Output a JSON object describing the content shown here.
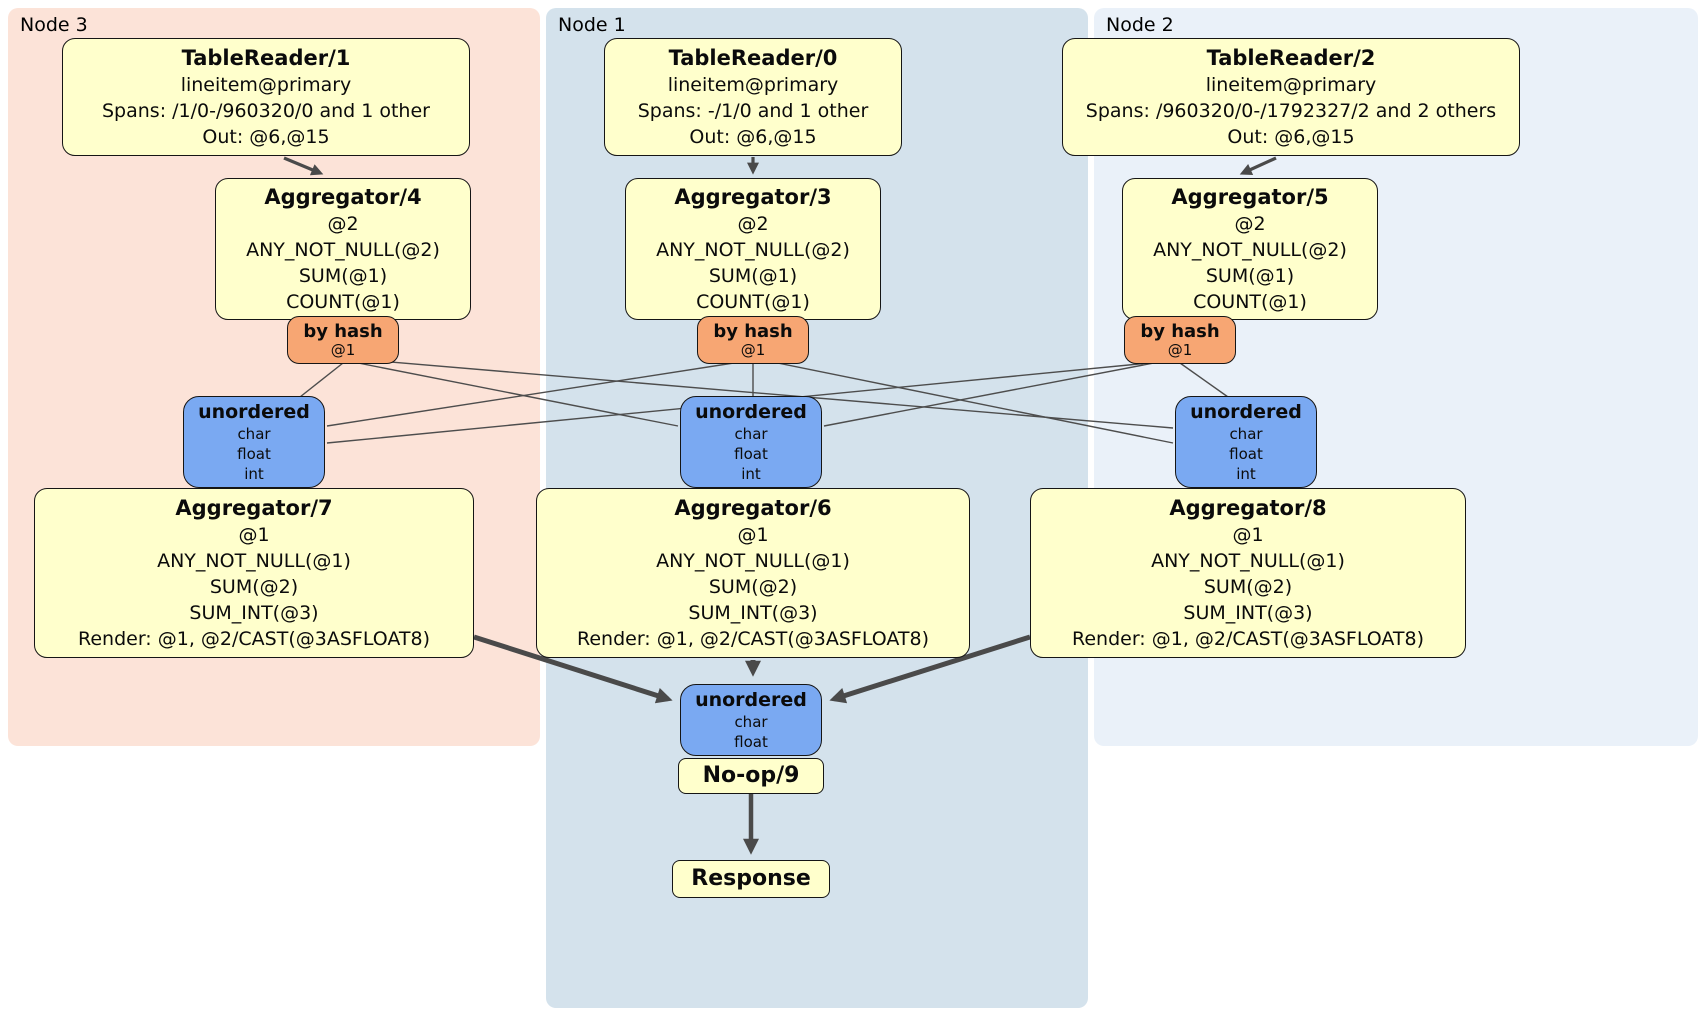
{
  "colors": {
    "node3_bg": "#fce3d8",
    "node1_bg": "#d4e2ec",
    "node2_bg": "#eaf1f9",
    "operator_bg": "#ffffcc",
    "hash_router_bg": "#f7a673",
    "merge_bg": "#7aa9f2",
    "edge": "#4a4a4a"
  },
  "node_groups": [
    {
      "label": "Node 3"
    },
    {
      "label": "Node 1"
    },
    {
      "label": "Node 2"
    }
  ],
  "table_readers": [
    {
      "title": "TableReader/1",
      "rows": [
        "lineitem@primary",
        "Spans: /1/0-/960320/0 and 1 other",
        "Out: @6,@15"
      ]
    },
    {
      "title": "TableReader/0",
      "rows": [
        "lineitem@primary",
        "Spans: -/1/0 and 1 other",
        "Out: @6,@15"
      ]
    },
    {
      "title": "TableReader/2",
      "rows": [
        "lineitem@primary",
        "Spans: /960320/0-/1792327/2 and 2 others",
        "Out: @6,@15"
      ]
    }
  ],
  "stage1_aggregators": [
    {
      "title": "Aggregator/4",
      "rows": [
        "@2",
        "ANY_NOT_NULL(@2)",
        "SUM(@1)",
        "COUNT(@1)"
      ]
    },
    {
      "title": "Aggregator/3",
      "rows": [
        "@2",
        "ANY_NOT_NULL(@2)",
        "SUM(@1)",
        "COUNT(@1)"
      ]
    },
    {
      "title": "Aggregator/5",
      "rows": [
        "@2",
        "ANY_NOT_NULL(@2)",
        "SUM(@1)",
        "COUNT(@1)"
      ]
    }
  ],
  "hash_routers": [
    {
      "title": "by hash",
      "rows": [
        "@1"
      ]
    },
    {
      "title": "by hash",
      "rows": [
        "@1"
      ]
    },
    {
      "title": "by hash",
      "rows": [
        "@1"
      ]
    }
  ],
  "merges": [
    {
      "title": "unordered",
      "rows": [
        "char",
        "float",
        "int"
      ]
    },
    {
      "title": "unordered",
      "rows": [
        "char",
        "float",
        "int"
      ]
    },
    {
      "title": "unordered",
      "rows": [
        "char",
        "float",
        "int"
      ]
    }
  ],
  "stage2_aggregators": [
    {
      "title": "Aggregator/7",
      "rows": [
        "@1",
        "ANY_NOT_NULL(@1)",
        "SUM(@2)",
        "SUM_INT(@3)",
        "Render: @1, @2/CAST(@3ASFLOAT8)"
      ]
    },
    {
      "title": "Aggregator/6",
      "rows": [
        "@1",
        "ANY_NOT_NULL(@1)",
        "SUM(@2)",
        "SUM_INT(@3)",
        "Render: @1, @2/CAST(@3ASFLOAT8)"
      ]
    },
    {
      "title": "Aggregator/8",
      "rows": [
        "@1",
        "ANY_NOT_NULL(@1)",
        "SUM(@2)",
        "SUM_INT(@3)",
        "Render: @1, @2/CAST(@3ASFLOAT8)"
      ]
    }
  ],
  "final_merge": {
    "title": "unordered",
    "rows": [
      "char",
      "float"
    ]
  },
  "noop": {
    "title": "No-op/9"
  },
  "response": {
    "title": "Response"
  }
}
